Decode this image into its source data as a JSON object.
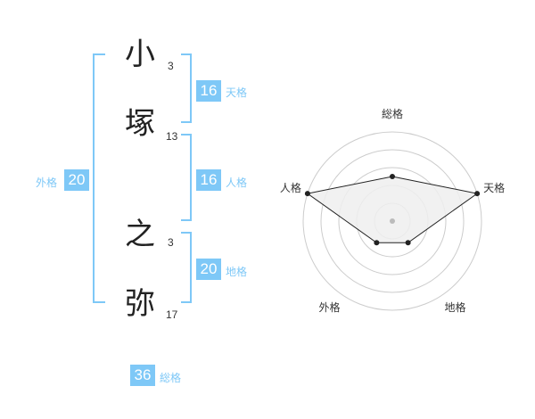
{
  "name_chars": [
    {
      "char": "小",
      "strokes": "3"
    },
    {
      "char": "塚",
      "strokes": "13"
    },
    {
      "char": "之",
      "strokes": "3"
    },
    {
      "char": "弥",
      "strokes": "17"
    }
  ],
  "fortunes": {
    "tenkaku": {
      "value": "16",
      "label": "天格"
    },
    "jinkaku": {
      "value": "16",
      "label": "人格"
    },
    "chikaku": {
      "value": "20",
      "label": "地格"
    },
    "gaikaku": {
      "value": "20",
      "label": "外格"
    },
    "soukaku": {
      "value": "36",
      "label": "総格"
    }
  },
  "radar": {
    "axes": [
      "総格",
      "天格",
      "地格",
      "外格",
      "人格"
    ],
    "levels": 5,
    "values": [
      2.5,
      5,
      1.5,
      1.5,
      5
    ],
    "colors": {
      "ring": "#cccccc",
      "fill": "#eeeeee",
      "line": "#222222",
      "center": "#bbbbbb"
    }
  }
}
